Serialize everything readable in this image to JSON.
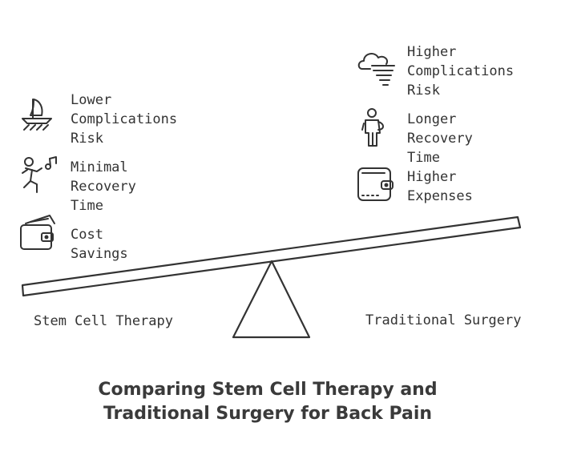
{
  "diagram": {
    "title_lines": [
      "Comparing Stem Cell Therapy and",
      "Traditional Surgery for Back Pain"
    ],
    "left": {
      "label": "Stem Cell Therapy",
      "items": [
        {
          "text": "Lower\nComplications\nRisk",
          "icon": "sailboat-icon"
        },
        {
          "text": "Minimal\nRecovery Time",
          "icon": "running-person-icon"
        },
        {
          "text": "Cost Savings",
          "icon": "wallet-money-icon"
        }
      ]
    },
    "right": {
      "label": "Traditional Surgery",
      "items": [
        {
          "text": "Higher\nComplications\nRisk",
          "icon": "storm-cloud-icon"
        },
        {
          "text": "Longer Recovery\nTime",
          "icon": "standing-person-icon"
        },
        {
          "text": "Higher\nExpenses",
          "icon": "wallet-icon"
        }
      ]
    },
    "colors": {
      "ink": "#333333",
      "title": "#3a3a3a",
      "background": "#ffffff"
    }
  }
}
